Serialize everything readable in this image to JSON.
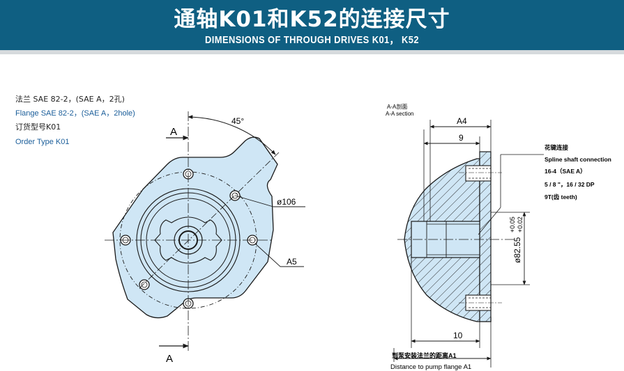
{
  "header": {
    "title_cn": "通轴K01和K52的连接尺寸",
    "title_en": "DIMENSIONS OF THROUGH DRIVES K01，  K52"
  },
  "spec": {
    "flange_cn": "法兰 SAE 82-2，(SAE A，2孔)",
    "flange_en": "Flange SAE 82-2，(SAE A，2hole)",
    "order_cn": "订货型号K01",
    "order_en": "Order Type K01"
  },
  "front_view": {
    "section_mark_top": "A",
    "section_mark_bottom": "A",
    "angle": "45°",
    "pitch_dia": "ø106",
    "hole_label": "A5"
  },
  "section_view": {
    "title_cn": "A-A剖面",
    "title_en": "A-A section",
    "dim_a4": "A4",
    "dim_9": "9",
    "dim_10": "10",
    "dim_dia": "ø82.55",
    "tol_upper": "+0.05",
    "tol_lower": "+0.02",
    "spline_title_cn": "花键连接",
    "spline_title_en": "Spline shaft connection",
    "spline_line1": "16-4（SAE  A）",
    "spline_line2": "5 / 8 \"，16 / 32  DP",
    "spline_line3": "9T(齿 teeth)",
    "distance_cn": "到泵安装法兰的距离A1",
    "distance_en": "Distance to pump flange A1"
  },
  "colors": {
    "header_bg": "#0f5f82",
    "part_fill": "#cfe6f5",
    "line": "#1a1a1a"
  }
}
